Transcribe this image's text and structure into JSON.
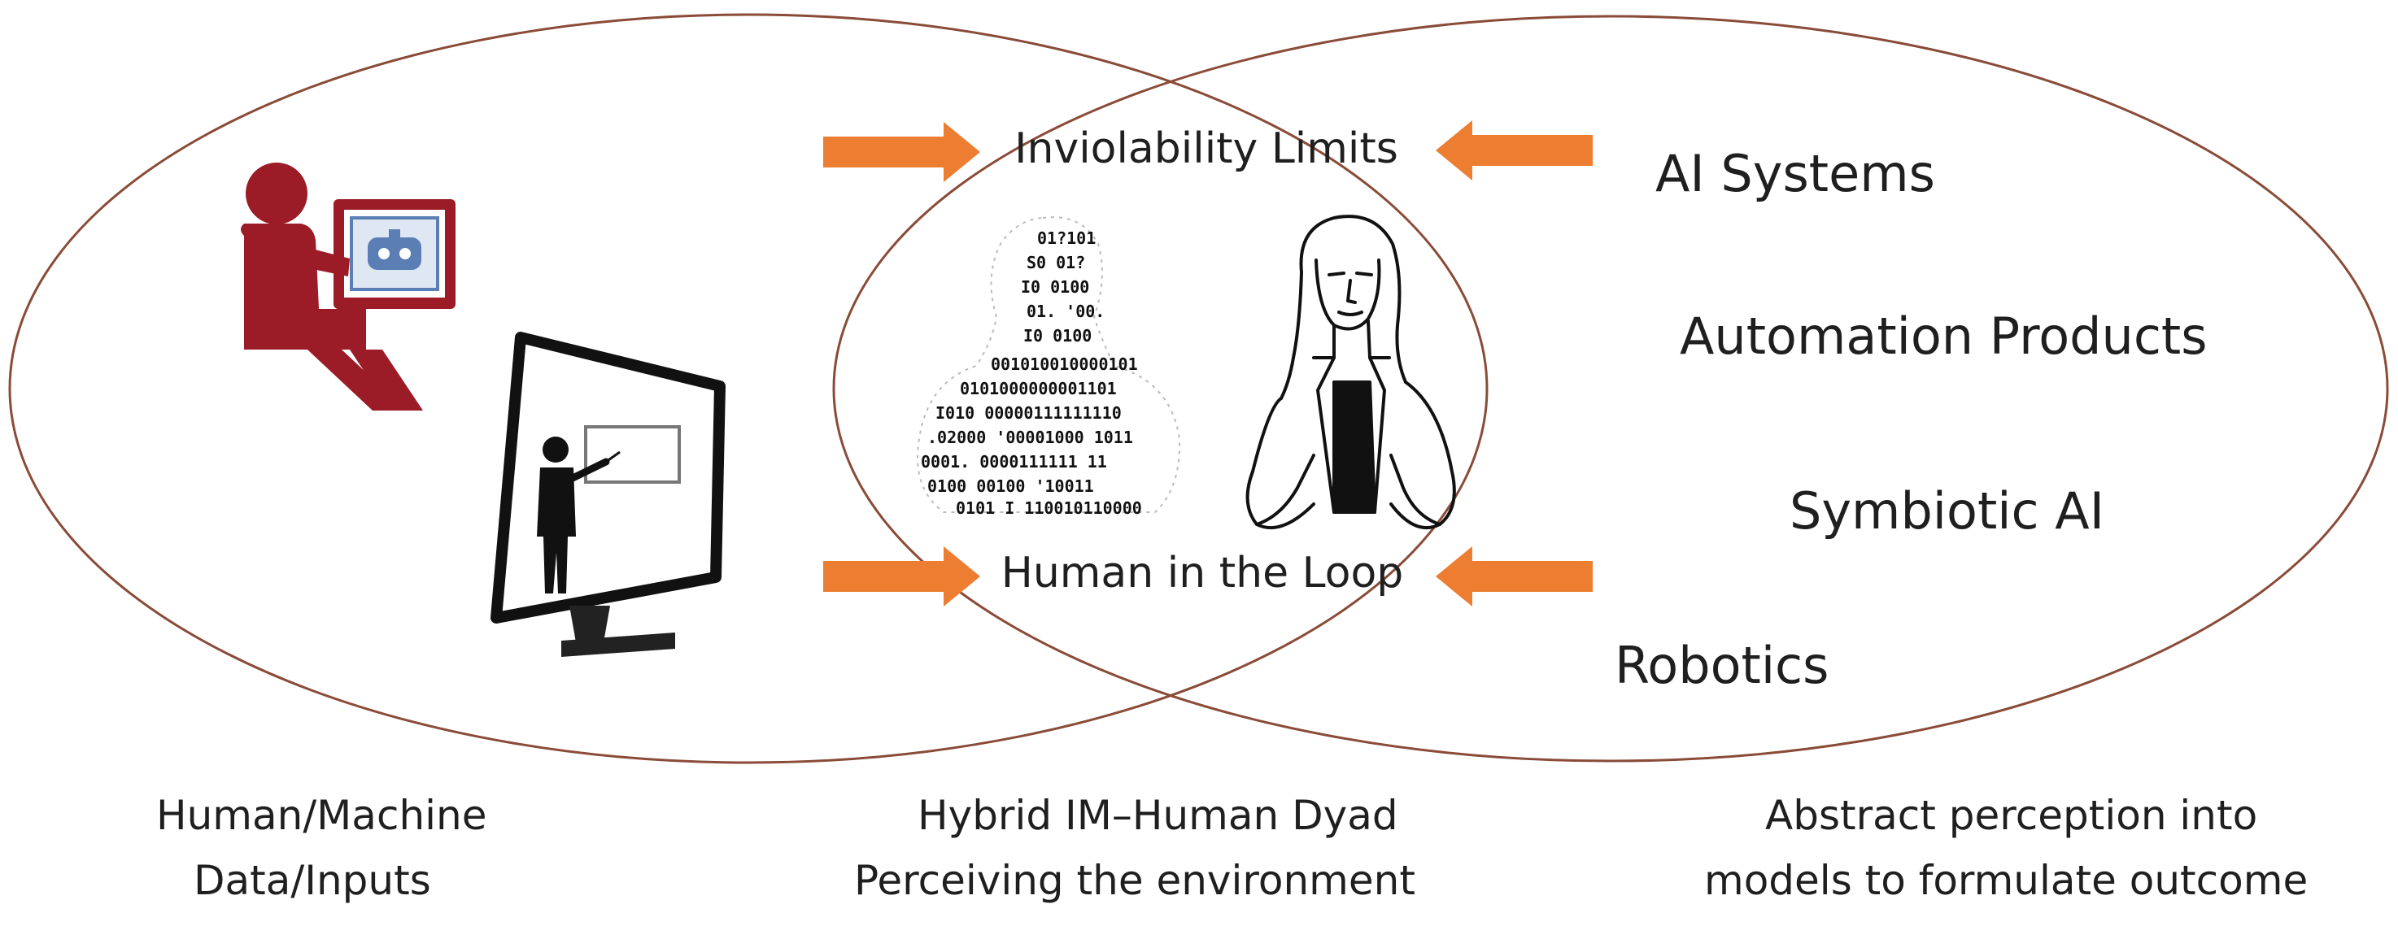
{
  "center": {
    "top_label": "Inviolability Limits",
    "bottom_label": "Human in the Loop"
  },
  "right_items": [
    "AI Systems",
    "Automation Products",
    "Symbiotic AI",
    "Robotics"
  ],
  "captions": {
    "left": [
      "Human/Machine",
      "Data/Inputs"
    ],
    "middle": [
      "Hybrid IM–Human  Dyad",
      "Perceiving the environment"
    ],
    "right": [
      "Abstract perception  into",
      "models to formulate outcome"
    ]
  },
  "colors": {
    "ellipse": "#8a4b38",
    "arrow": "#ed7d31",
    "figure": "#9b1c26",
    "screen_blue": "#5b7fb4"
  },
  "icons": {
    "left_top": "person-at-computer-icon",
    "left_bottom": "presenter-monitor-icon",
    "center_left": "binary-code-head-icon",
    "center_right": "woman-sketch-icon"
  }
}
